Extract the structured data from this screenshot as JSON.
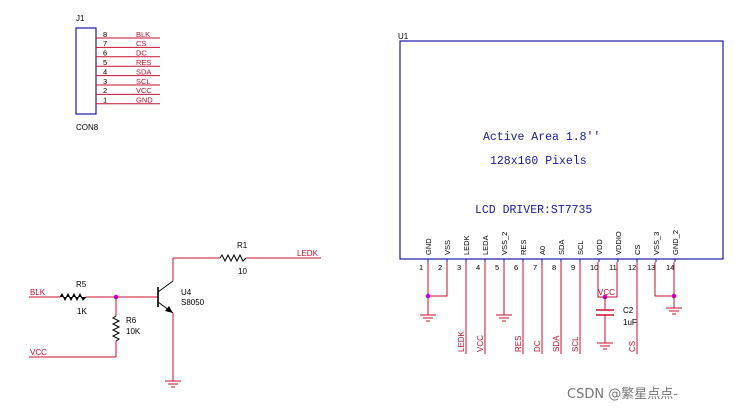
{
  "colors": {
    "wire": "#c8102e",
    "body": "#1a1aa6",
    "text": "#000000",
    "junction": "#cc00cc"
  },
  "j1": {
    "ref": "J1",
    "part": "CON8",
    "pins": [
      {
        "num": "8",
        "net": "BLK"
      },
      {
        "num": "7",
        "net": "CS"
      },
      {
        "num": "6",
        "net": "DC"
      },
      {
        "num": "5",
        "net": "RES"
      },
      {
        "num": "4",
        "net": "SDA"
      },
      {
        "num": "3",
        "net": "SCL"
      },
      {
        "num": "2",
        "net": "VCC"
      },
      {
        "num": "1",
        "net": "GND"
      }
    ]
  },
  "u1": {
    "ref": "U1",
    "line1": "Active Area 1.8''",
    "line2": "128x160 Pixels",
    "line3": "LCD DRIVER:ST7735",
    "pins": [
      {
        "num": "1",
        "name": "GND",
        "net": ""
      },
      {
        "num": "2",
        "name": "VSS",
        "net": ""
      },
      {
        "num": "3",
        "name": "LEDK",
        "net": "LEDK"
      },
      {
        "num": "4",
        "name": "LEDA",
        "net": "VCC"
      },
      {
        "num": "5",
        "name": "VSS_2",
        "net": ""
      },
      {
        "num": "6",
        "name": "RES",
        "net": "RES"
      },
      {
        "num": "7",
        "name": "A0",
        "net": "DC"
      },
      {
        "num": "8",
        "name": "SDA",
        "net": "SDA"
      },
      {
        "num": "9",
        "name": "SCL",
        "net": "SCL"
      },
      {
        "num": "10",
        "name": "VDD",
        "net": ""
      },
      {
        "num": "11",
        "name": "VDDIO",
        "net": ""
      },
      {
        "num": "12",
        "name": "CS",
        "net": "CS"
      },
      {
        "num": "13",
        "name": "VSS_3",
        "net": ""
      },
      {
        "num": "14",
        "name": "GND_2",
        "net": ""
      }
    ]
  },
  "c2": {
    "ref": "C2",
    "value": "1uF",
    "net": "VCC"
  },
  "r1": {
    "ref": "R1",
    "value": "10",
    "net": "LEDK"
  },
  "r5": {
    "ref": "R5",
    "value": "1K",
    "net": "BLK"
  },
  "r6": {
    "ref": "R6",
    "value": "10K",
    "net": "VCC"
  },
  "u4": {
    "ref": "U4",
    "value": "S8050"
  },
  "watermark": "CSDN @繁星点点-"
}
